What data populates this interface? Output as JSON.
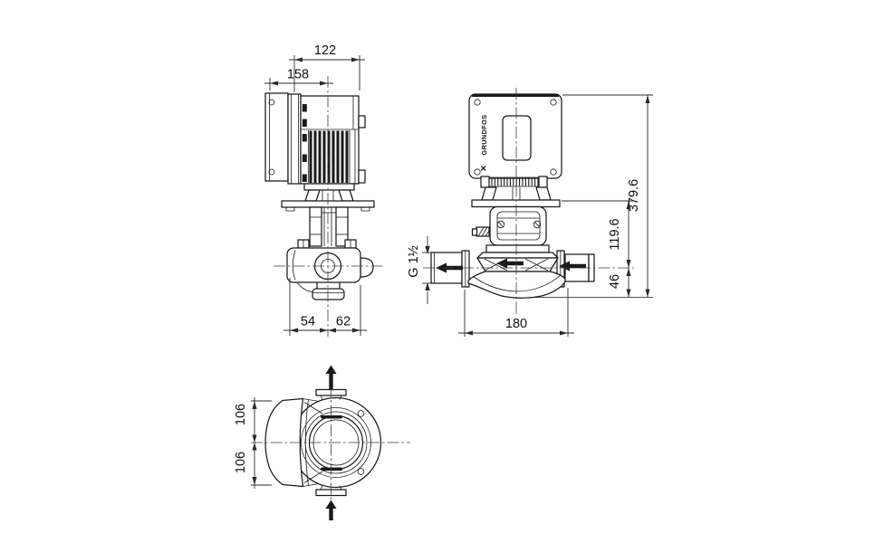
{
  "drawing": {
    "brand": {
      "name": "GRUNDFOS",
      "mark": "✕"
    },
    "side_view": {
      "dim_total_width": "122",
      "dim_box_width": "158",
      "dim_left_of_axis": "54",
      "dim_right_of_axis": "62"
    },
    "front_view": {
      "dim_total_height": "379.6",
      "dim_flange_to_axis": "119.6",
      "dim_axis_to_base": "46",
      "dim_port_to_port": "180",
      "port_thread": "G 1½"
    },
    "top_view": {
      "dim_axis_to_front": "106",
      "dim_axis_to_back": "106"
    },
    "icons": {
      "flow_direction": "solid-left-arrow",
      "top_view_flow": "solid-up-arrow"
    },
    "colors": {
      "line": "#1a1a1a",
      "background": "#ffffff"
    }
  }
}
